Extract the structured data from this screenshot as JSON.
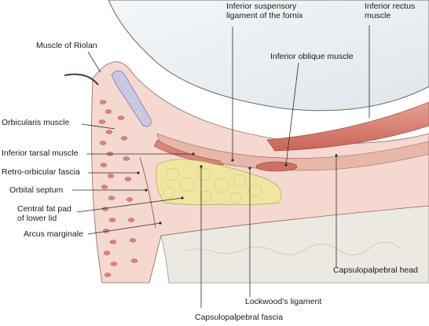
{
  "labels": {
    "muscle_of_riolan": "Muscle of Riolan",
    "inferior_suspensory_ligament": "Inferior suspensory\nligament of the fornix",
    "inferior_rectus_muscle": "Inferior rectus\nmuscle",
    "inferior_oblique_muscle": "Inferior oblique muscle",
    "orbicularis_muscle": "Orbicularis muscle",
    "inferior_tarsal_muscle": "Inferior tarsal muscle",
    "retro_orbicular_fascia": "Retro-orbicular fascia",
    "orbital_septum": "Orbital septum",
    "central_fat_pad": "Central fat pad\nof lower lid",
    "arcus_marginale": "Arcus marginale",
    "capsulopalpebral_head": "Capsulopalpebral head",
    "lockwoods_ligament": "Lockwood’s ligament",
    "capsulopalpebral_fascia": "Capsulopalpebral fascia"
  },
  "colors": {
    "skin": "#f3cfc3",
    "orbicularis": "#d98478",
    "muscle": "#cf6f63",
    "fat": "#efe6a2",
    "globe": "#e9eef2",
    "bone": "#ece9e2",
    "tarsus": "#c9c8ea"
  }
}
